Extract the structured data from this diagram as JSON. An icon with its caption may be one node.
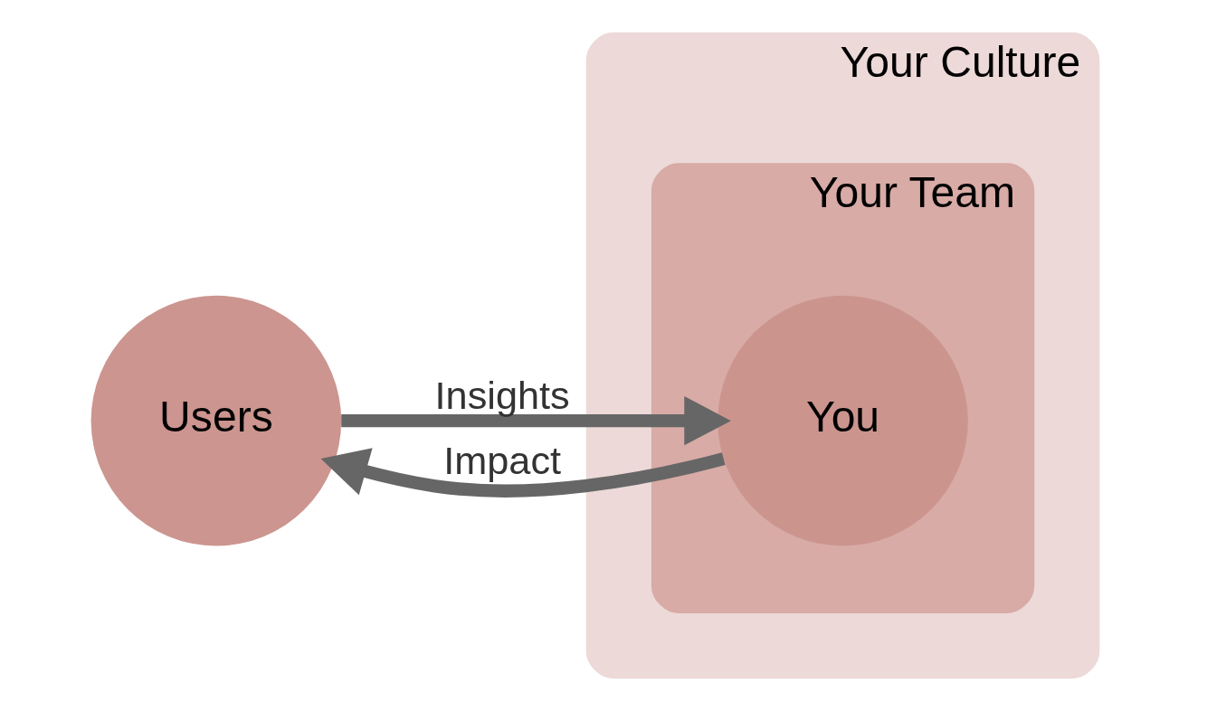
{
  "diagram": {
    "nodes": [
      {
        "text": [
          "Users"
        ]
      },
      {
        "text": [
          "Your Culture"
        ]
      },
      {
        "text": [
          "Your Team"
        ],
        "in": 1
      },
      {
        "text": [
          "You"
        ],
        "in": 2
      }
    ],
    "edges": [
      {
        "from": 0,
        "to": 3,
        "arrow": "to",
        "label": "Insights"
      },
      {
        "from": 3,
        "to": 0,
        "arrow": "to",
        "label": "Impact"
      }
    ]
  }
}
